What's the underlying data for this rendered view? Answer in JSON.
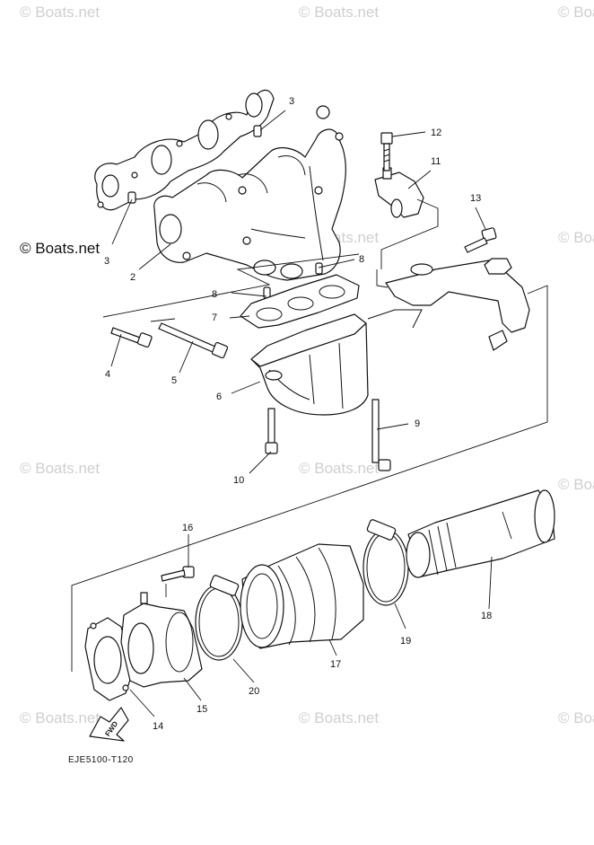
{
  "watermark_text": "© Boats.net",
  "brand_label": "© Boats.net",
  "diagram_code": "EJE5100-T120",
  "fwd_label": "FWD",
  "callouts": {
    "c1": "3",
    "c2": "3",
    "c3": "2",
    "c4": "12",
    "c5": "11",
    "c6": "13",
    "c7": "8",
    "c8": "8",
    "c9": "7",
    "c10": "4",
    "c11": "5",
    "c12": "6",
    "c13": "9",
    "c14": "10",
    "c15": "16",
    "c16": "18",
    "c17": "19",
    "c18": "17",
    "c19": "20",
    "c20": "15",
    "c21": "14"
  }
}
